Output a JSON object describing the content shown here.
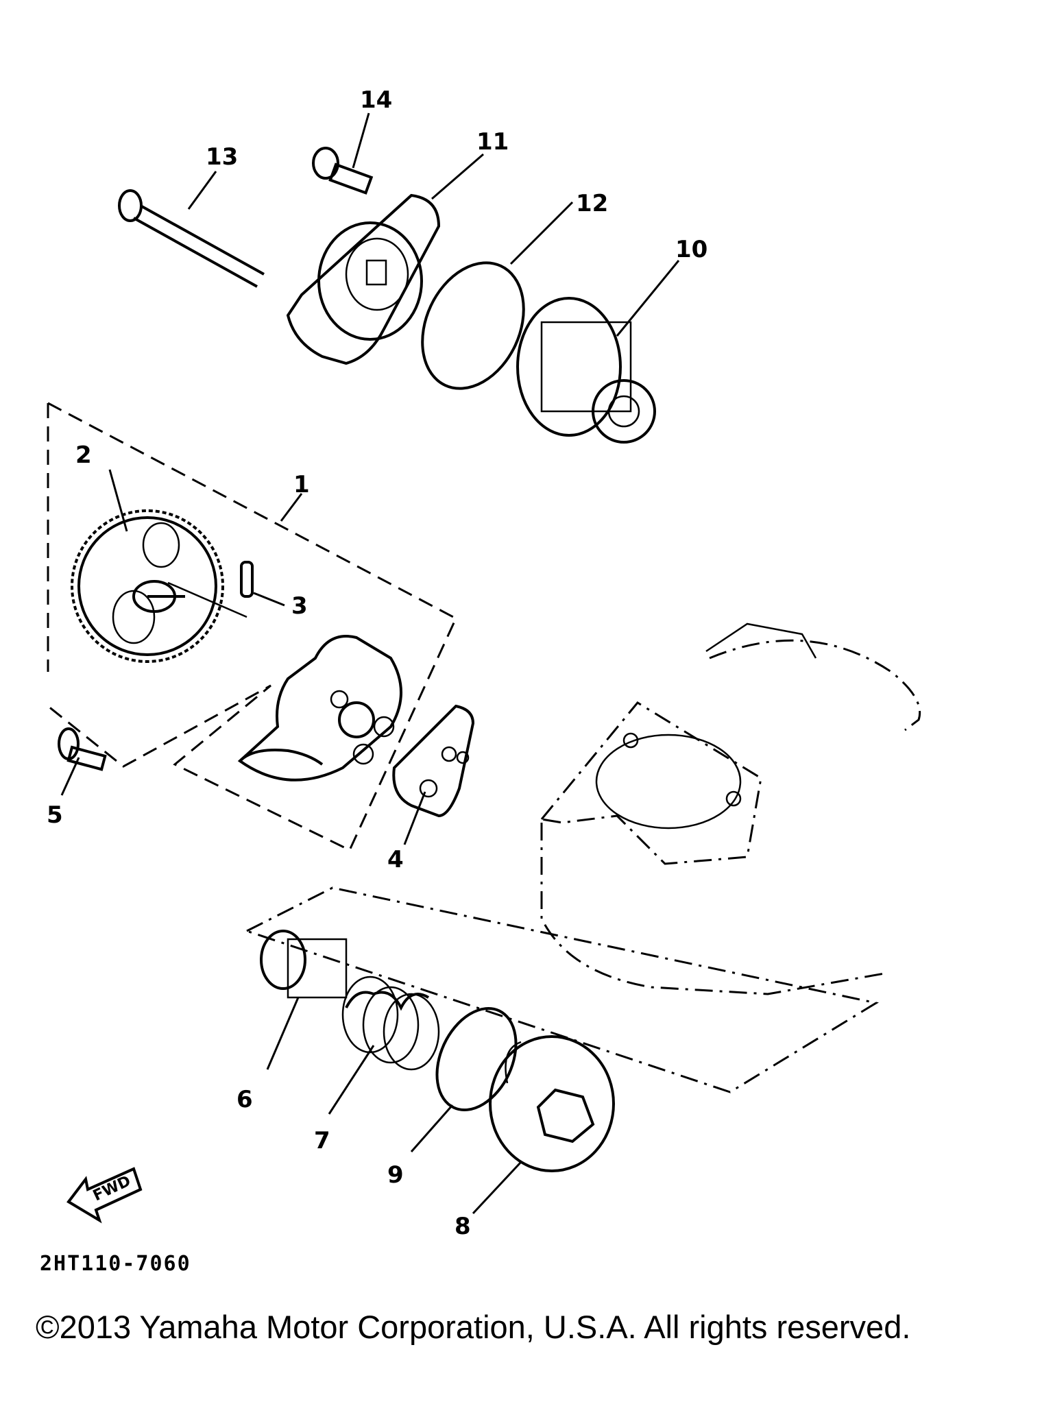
{
  "diagram": {
    "callouts": [
      "1",
      "2",
      "3",
      "4",
      "5",
      "6",
      "7",
      "8",
      "9",
      "10",
      "11",
      "12",
      "13",
      "14"
    ],
    "fwd_label": "FWD",
    "drawing_code": "2HT110-7060"
  },
  "footer": {
    "copyright": "©2013 Yamaha Motor Corporation, U.S.A. All rights reserved."
  }
}
